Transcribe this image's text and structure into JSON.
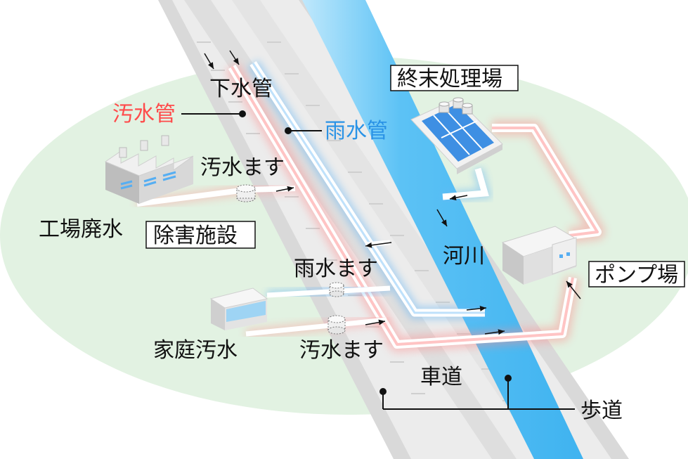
{
  "labels": {
    "sewer_pipe": "下水管",
    "sewage_pipe": "汚水管",
    "storm_pipe": "雨水管",
    "treatment_plant": "終末処理場",
    "sewage_basin_top": "汚水ます",
    "factory_wastewater": "工場廃水",
    "pretreatment_facility": "除害施設",
    "river": "河川",
    "storm_basin": "雨水ます",
    "pump_station": "ポンプ場",
    "household_sewage": "家庭汚水",
    "sewage_basin_bottom": "汚水ます",
    "roadway": "車道",
    "sidewalk": "歩道"
  },
  "colors": {
    "ground": "#e2f2e2",
    "road_light": "#eeeeee",
    "road_dark": "#dcdcdc",
    "river": "#56bff5",
    "river_light": "#c9ecfd",
    "sewage_pipe": "#ff7070",
    "storm_pipe": "#59aaf0",
    "label_red": "#ff4b4b",
    "label_blue": "#2a93e6"
  }
}
